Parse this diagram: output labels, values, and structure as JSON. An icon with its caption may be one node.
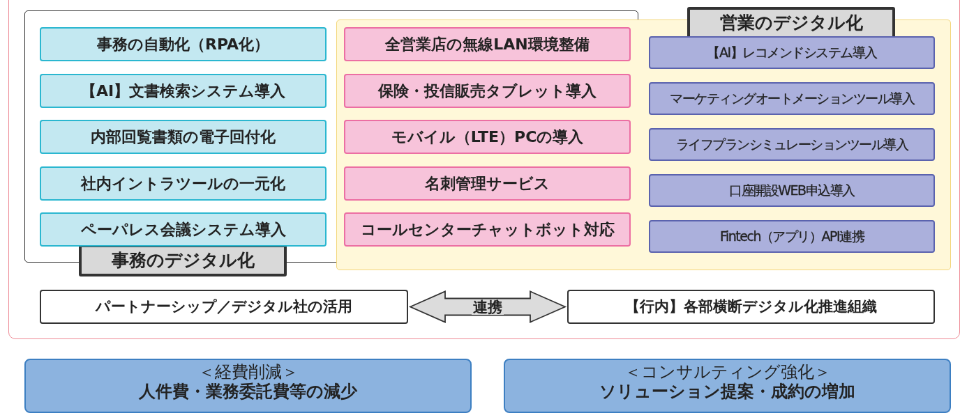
{
  "diagram": {
    "nodes": [
      {
        "text": [
          "事務のデジタル化"
        ]
      },
      {
        "text": [
          "営業のデジタル化"
        ]
      },
      {
        "text": [
          "事務の自動化（RPA化）"
        ],
        "in": 0
      },
      {
        "text": [
          "【AI】文書検索システム導入"
        ],
        "in": 0
      },
      {
        "text": [
          "内部回覧書類の電子回付化"
        ],
        "in": 0
      },
      {
        "text": [
          "社内イントラツールの一元化"
        ],
        "in": 0
      },
      {
        "text": [
          "ペーパレス会議システム導入"
        ],
        "in": 0
      },
      {
        "text": [
          "全営業店の無線LAN環境整備"
        ]
      },
      {
        "text": [
          "保険・投信販売タブレット導入"
        ]
      },
      {
        "text": [
          "モバイル（LTE）PCの導入"
        ]
      },
      {
        "text": [
          "名刺管理サービス"
        ]
      },
      {
        "text": [
          "コールセンターチャットボット対応"
        ]
      },
      {
        "text": [
          "【AI】レコメンドシステム導入"
        ],
        "in": 1
      },
      {
        "text": [
          "マーケティングオートメーションツール導入"
        ],
        "in": 1
      },
      {
        "text": [
          "ライフプランシミュレーションツール導入"
        ],
        "in": 1
      },
      {
        "text": [
          "口座開設WEB申込導入"
        ],
        "in": 1
      },
      {
        "text": [
          "Fintech（アプリ）API連携"
        ],
        "in": 1
      },
      {
        "text": [
          "パートナーシップ／デジタル社の活用"
        ]
      },
      {
        "text": [
          "【行内】各部横断デジタル化推進組織"
        ]
      },
      {
        "text": [
          "＜経費削減＞",
          "人件費・業務委託費等の減少"
        ]
      },
      {
        "text": [
          "＜コンサルティング強化＞",
          "ソリューション提案・成約の増加"
        ]
      }
    ],
    "edges": [
      {
        "from": 17,
        "to": 18,
        "arrow": "both",
        "label": "連携"
      }
    ]
  }
}
